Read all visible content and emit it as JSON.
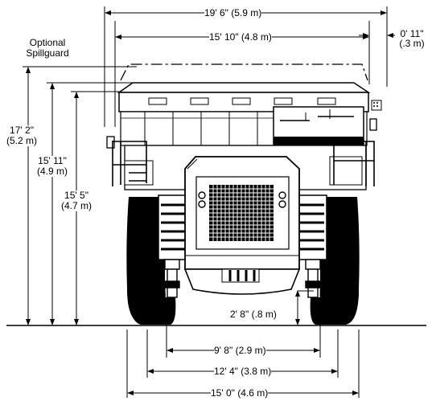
{
  "labels": {
    "overall_width": "19' 6\" (5.9 m)",
    "body_width": "15' 10\" (4.8 m)",
    "overhang_ft": "0' 11\"",
    "overhang_m": "(.3 m)",
    "spillguard_line1": "Optional",
    "spillguard_line2": "Spillguard",
    "height_spillguard_ft": "17' 2\"",
    "height_spillguard_m": "(5.2 m)",
    "height_body_ft": "15' 11\"",
    "height_body_m": "(4.9 m)",
    "height_canopy_ft": "15' 5\"",
    "height_canopy_m": "(4.7 m)",
    "ground_clearance": "2' 8\" (.8 m)",
    "front_tread": "9' 8\" (2.9 m)",
    "rear_tread": "12' 4\" (3.8 m)",
    "tire_width": "15' 0\" (4.6 m)"
  }
}
